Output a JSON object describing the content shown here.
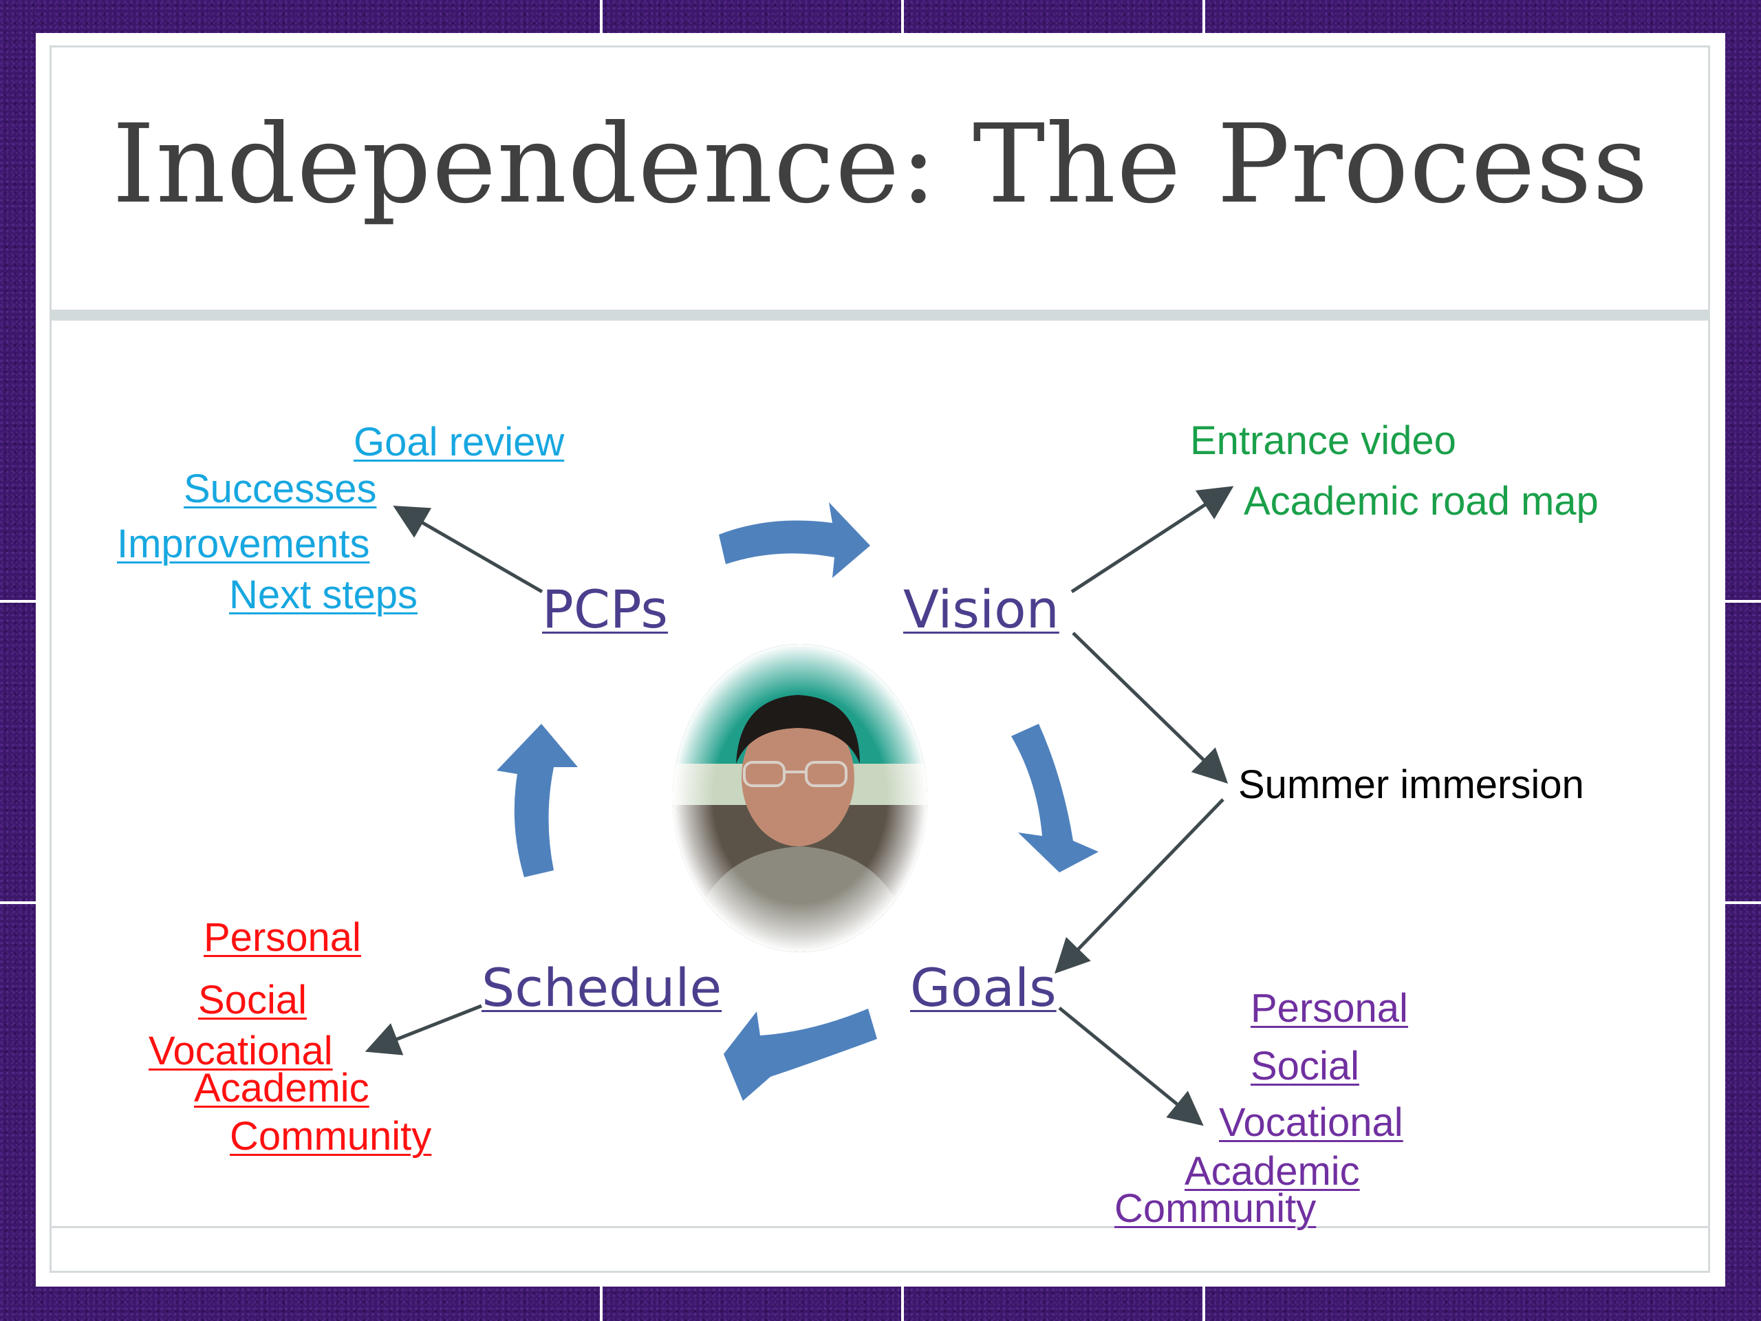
{
  "slide": {
    "title": "Independence: The Process",
    "cycle": {
      "top_left": "PCPs",
      "top_right": "Vision",
      "bottom_right": "Goals",
      "bottom_left": "Schedule"
    },
    "pcps_branch": [
      "Goal review",
      "Successes",
      "Improvements",
      "Next steps"
    ],
    "vision_branch": [
      "Entrance video",
      "Academic road map"
    ],
    "shared_branch": "Summer immersion",
    "schedule_branch": [
      "Personal",
      "Social",
      "Vocational",
      "Academic",
      "Community"
    ],
    "goals_branch": [
      "Personal",
      "Social",
      "Vocational",
      "Academic",
      "Community"
    ]
  },
  "colors": {
    "cycle_arrow": "#4f81bd",
    "node_text": "#4b3f8d",
    "pcps_branch": "#17a7e0",
    "vision_branch": "#1aa04a",
    "schedule_branch": "#ff1010",
    "goals_branch": "#7030a0",
    "connector": "#3f4a4e"
  }
}
